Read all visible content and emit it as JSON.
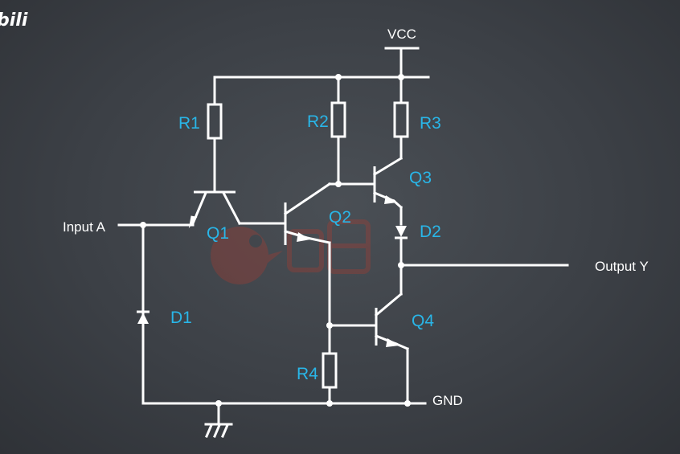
{
  "logo": {
    "text": "bili"
  },
  "labels": {
    "vcc": "VCC",
    "gnd": "GND",
    "input": "Input A",
    "output": "Output Y"
  },
  "components": {
    "r1": "R1",
    "r2": "R2",
    "r3": "R3",
    "r4": "R4",
    "q1": "Q1",
    "q2": "Q2",
    "q3": "Q3",
    "q4": "Q4",
    "d1": "D1",
    "d2": "D2"
  },
  "colors": {
    "background": "#3c4046",
    "wire": "#ffffff",
    "component_label": "#29b6e8",
    "terminal_label": "#ffffff",
    "watermark": "#c0392b"
  },
  "icons": {
    "watermark": "bird-watermark-icon",
    "ground": "ground-icon"
  }
}
